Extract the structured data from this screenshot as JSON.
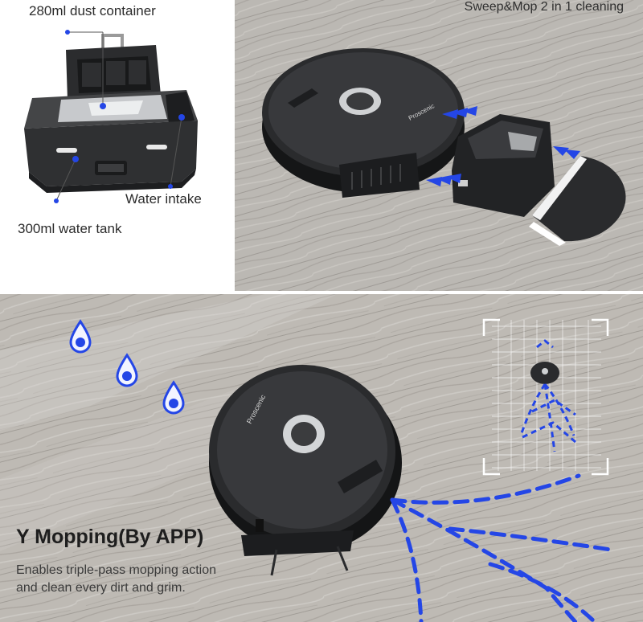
{
  "product_panel": {
    "labels": {
      "dust_container": "280ml dust container",
      "water_intake": "Water intake",
      "water_tank": "300ml water tank"
    }
  },
  "sweep_panel": {
    "heading": "Sweep&Mop 2 in 1 cleaning",
    "robot_brand": "Proscenic"
  },
  "mopping_panel": {
    "headline": "Y Mopping(By APP)",
    "description_lines": [
      "Enables triple-pass mopping action",
      "and clean every dirt and grim."
    ],
    "robot_brand": "Proscenic"
  },
  "colors": {
    "accent_blue": "#2446e6",
    "robot_body": "#2a2b2d",
    "floor": "#bcb8b2",
    "text_dark": "#2b2b2b"
  },
  "icons": [
    "water-drop-icon",
    "mapping-grid-icon",
    "proscenic-logo"
  ]
}
